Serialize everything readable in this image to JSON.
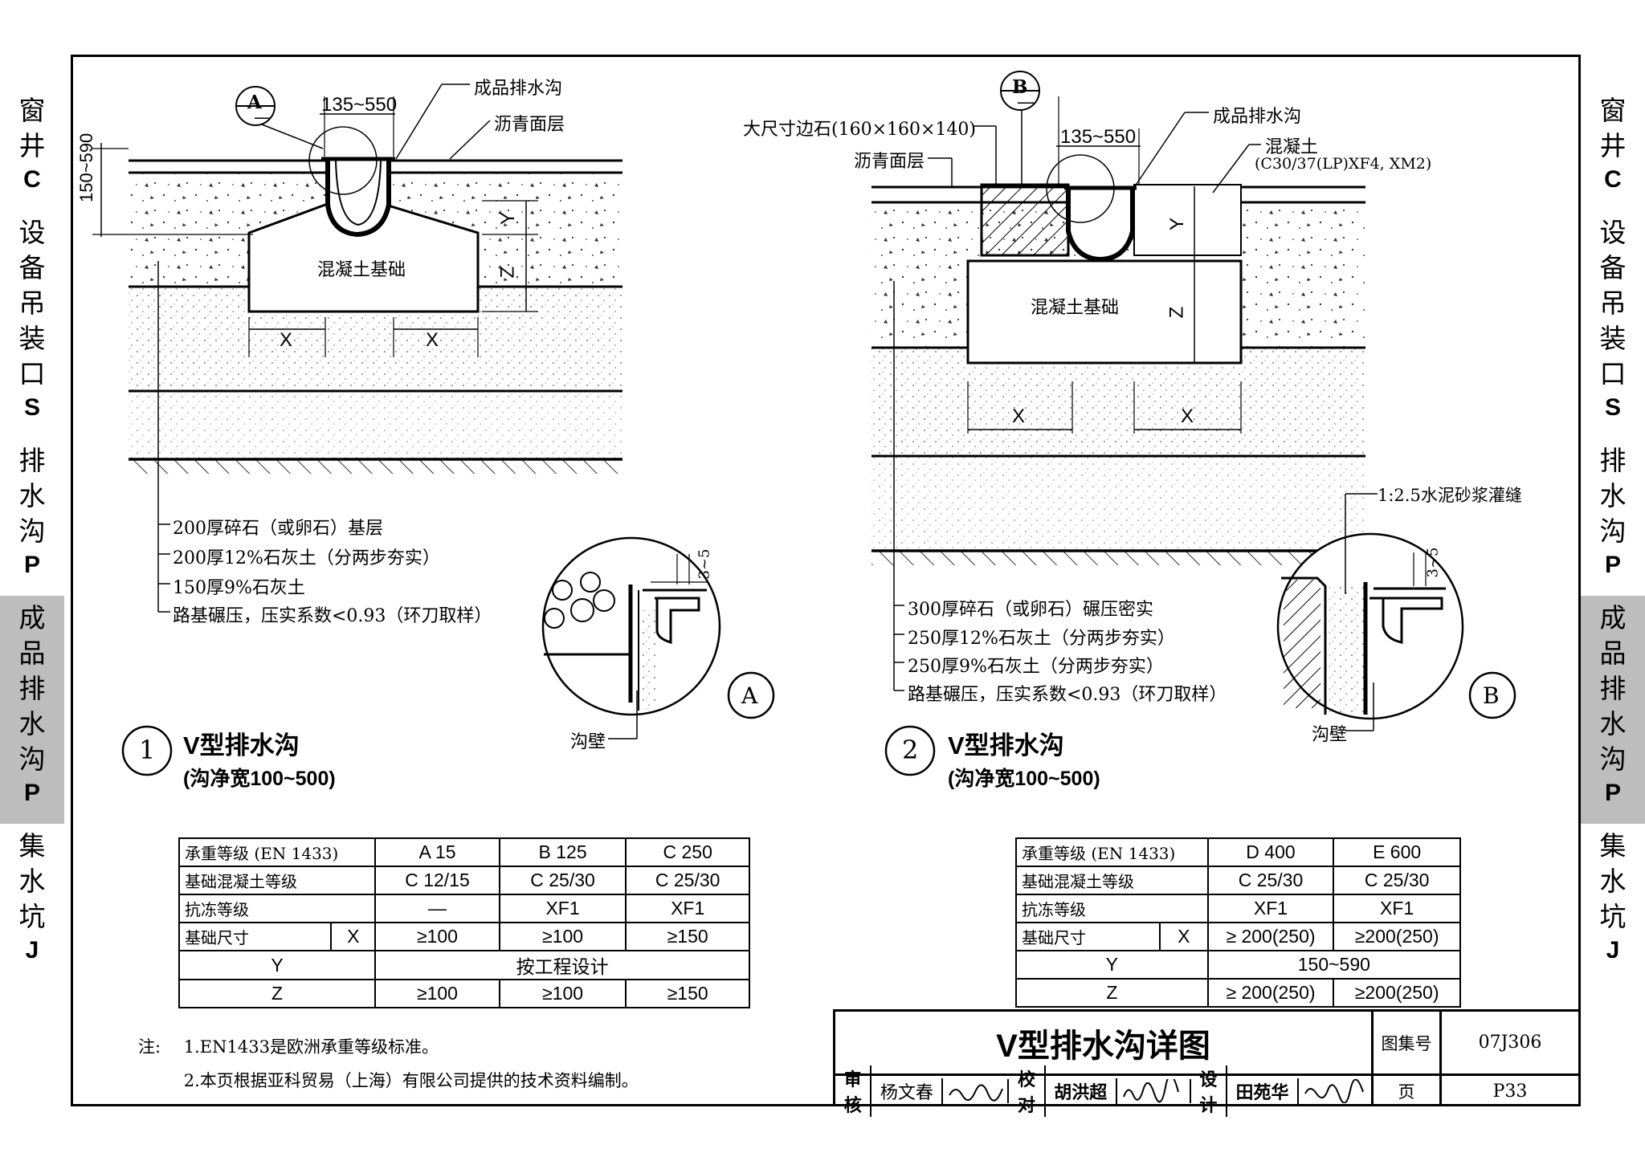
{
  "side_nav": [
    {
      "chars": [
        "窗",
        "井"
      ],
      "code": "C",
      "active": false
    },
    {
      "chars": [
        "设",
        "备",
        "吊",
        "装",
        "口"
      ],
      "code": "S",
      "active": false
    },
    {
      "chars": [
        "排",
        "水",
        "沟"
      ],
      "code": "P",
      "active": false
    },
    {
      "chars": [
        "成",
        "品",
        "排",
        "水",
        "沟"
      ],
      "code": "P",
      "active": true
    },
    {
      "chars": [
        "集",
        "水",
        "坑"
      ],
      "code": "J",
      "active": false
    }
  ],
  "detail1": {
    "marker": "A",
    "dim_width": "135~550",
    "dim_height": "150~590",
    "label_channel": "成品排水沟",
    "label_asphalt": "沥青面层",
    "label_foundation": "混凝土基础",
    "dim_x": "X",
    "dim_y": "Y",
    "dim_z": "Z",
    "layers": [
      "200厚碎石（或卵石）基层",
      "200厚12%石灰土（分两步夯实）",
      "150厚9%石灰土",
      "路基碾压，压实系数<0.93（环刀取样）"
    ],
    "detail_dim": "3~5",
    "wall_label": "沟壁",
    "number": "1",
    "title": "V型排水沟",
    "subtitle": "(沟净宽100~500)"
  },
  "detail2": {
    "marker": "B",
    "dim_width": "135~550",
    "label_curb": "大尺寸边石(160×160×140)",
    "label_asphalt": "沥青面层",
    "label_channel": "成品排水沟",
    "label_concrete": "混凝土",
    "label_concrete_spec": "(C30/37(LP)XF4, XM2)",
    "label_foundation": "混凝土基础",
    "label_grout": "1:2.5水泥砂浆灌缝",
    "dim_x": "X",
    "dim_y": "Y",
    "dim_z": "Z",
    "layers": [
      "300厚碎石（或卵石）碾压密实",
      "250厚12%石灰土（分两步夯实）",
      "250厚9%石灰土（分两步夯实）",
      "路基碾压，压实系数<0.93（环刀取样）"
    ],
    "detail_dim": "3~5",
    "wall_label": "沟壁",
    "number": "2",
    "title": "V型排水沟",
    "subtitle": "(沟净宽100~500)"
  },
  "table1": {
    "rows": [
      [
        "承重等级   (EN 1433)",
        "",
        "A 15",
        "B 125",
        "C 250"
      ],
      [
        "基础混凝土等级",
        "",
        "C 12/15",
        "C 25/30",
        "C 25/30"
      ],
      [
        "抗冻等级",
        "",
        "—",
        "XF1",
        "XF1"
      ],
      [
        "基础尺寸",
        "X",
        "≥100",
        "≥100",
        "≥150"
      ],
      [
        "",
        "Y",
        "按工程设计",
        "",
        ""
      ],
      [
        "",
        "Z",
        "≥100",
        "≥100",
        "≥150"
      ]
    ]
  },
  "table2": {
    "rows": [
      [
        "承重等级   (EN 1433)",
        "",
        "D 400",
        "E 600"
      ],
      [
        "基础混凝土等级",
        "",
        "C 25/30",
        "C 25/30"
      ],
      [
        "抗冻等级",
        "",
        "XF1",
        "XF1"
      ],
      [
        "基础尺寸",
        "X",
        "≥ 200(250)",
        "≥200(250)"
      ],
      [
        "",
        "Y",
        "150~590",
        ""
      ],
      [
        "",
        "Z",
        "≥ 200(250)",
        "≥200(250)"
      ]
    ]
  },
  "notes": {
    "prefix": "注:",
    "items": [
      "1.EN1433是欧洲承重等级标准。",
      "2.本页根据亚科贸易（上海）有限公司提供的技术资料编制。"
    ]
  },
  "title_block": {
    "drawing_title": "V型排水沟详图",
    "atlas_label": "图集号",
    "atlas_no": "07J306",
    "review_label": "审核",
    "reviewer": "杨文春",
    "check_label": "校对",
    "checker": "胡洪超",
    "design_label": "设计",
    "designer": "田苑华",
    "page_label": "页",
    "page_no": "P33"
  }
}
